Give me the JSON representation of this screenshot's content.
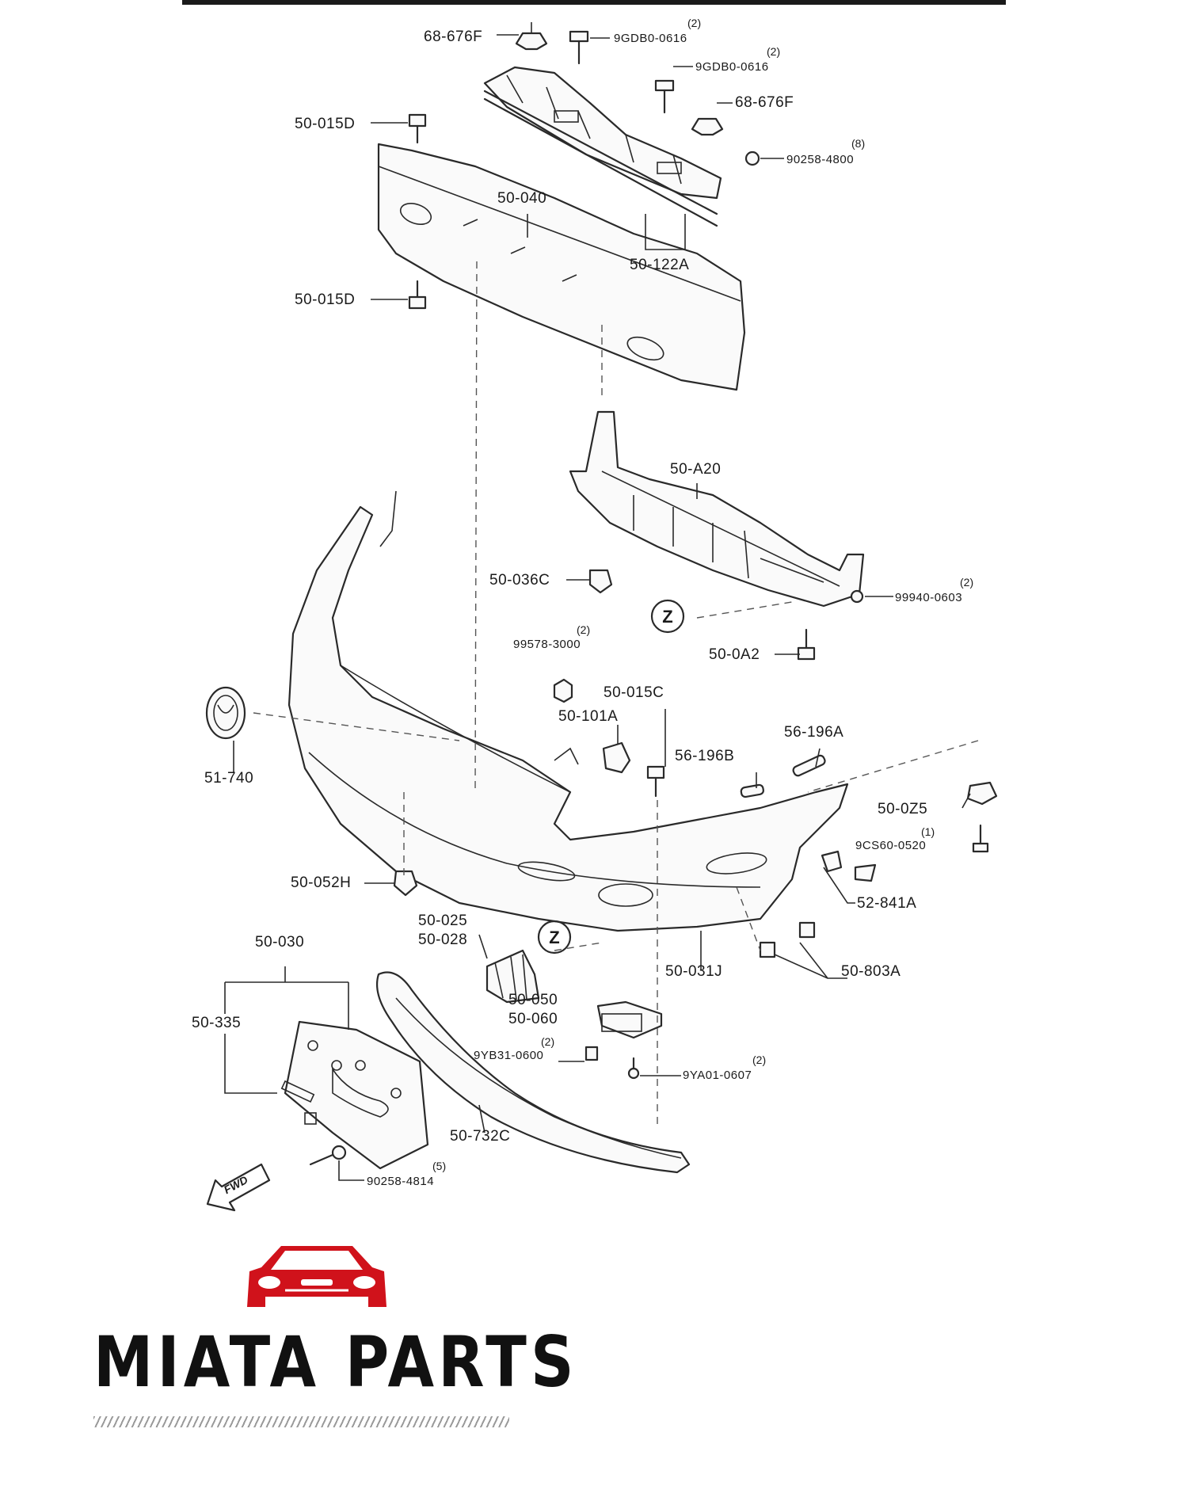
{
  "brand": {
    "name": "MIATA PARTS",
    "color": "#d0121b"
  },
  "diagram": {
    "zone_marker": "Z",
    "forward_label": "FWD",
    "labels": {
      "p68_676F_top": "68-676F",
      "p9GDB0_0616_a": "9GDB0-0616",
      "p9GDB0_0616_a_qty": "(2)",
      "p9GDB0_0616_b": "9GDB0-0616",
      "p9GDB0_0616_b_qty": "(2)",
      "p68_676F_right": "68-676F",
      "p50_015D_top": "50-015D",
      "p90258_4800": "90258-4800",
      "p90258_4800_qty": "(8)",
      "p50_040": "50-040",
      "p50_122A": "50-122A",
      "p50_015D_bottom": "50-015D",
      "p50_A20": "50-A20",
      "p50_036C": "50-036C",
      "p99940_0603": "99940-0603",
      "p99940_0603_qty": "(2)",
      "p50_0A2": "50-0A2",
      "p99578_3000": "99578-3000",
      "p99578_3000_qty": "(2)",
      "p50_015C": "50-015C",
      "p50_101A": "50-101A",
      "p56_196A": "56-196A",
      "p56_196B": "56-196B",
      "p51_740": "51-740",
      "p50_0Z5": "50-0Z5",
      "p9CS60_0520": "9CS60-0520",
      "p9CS60_0520_qty": "(1)",
      "p50_052H": "50-052H",
      "p52_841A": "52-841A",
      "p50_025": "50-025",
      "p50_028": "50-028",
      "p50_030": "50-030",
      "p50_031J": "50-031J",
      "p50_803A": "50-803A",
      "p50_335": "50-335",
      "p50_050": "50-050",
      "p50_060": "50-060",
      "p9YB31_0600": "9YB31-0600",
      "p9YB31_0600_qty": "(2)",
      "p9YA01_0607": "9YA01-0607",
      "p9YA01_0607_qty": "(2)",
      "p50_732C": "50-732C",
      "p90258_4814": "90258-4814",
      "p90258_4814_qty": "(5)"
    }
  }
}
